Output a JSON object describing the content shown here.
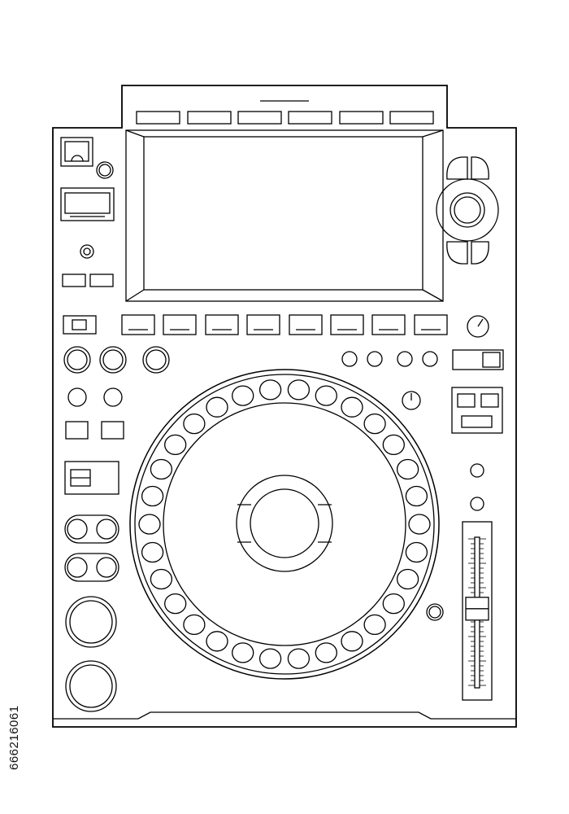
{
  "stock": {
    "id": "666216061"
  },
  "style": {
    "stroke": "#000000",
    "background": "#ffffff"
  },
  "jog": {
    "ring_pad_count": 30
  },
  "tempo_slider": {
    "position": 0.47
  }
}
